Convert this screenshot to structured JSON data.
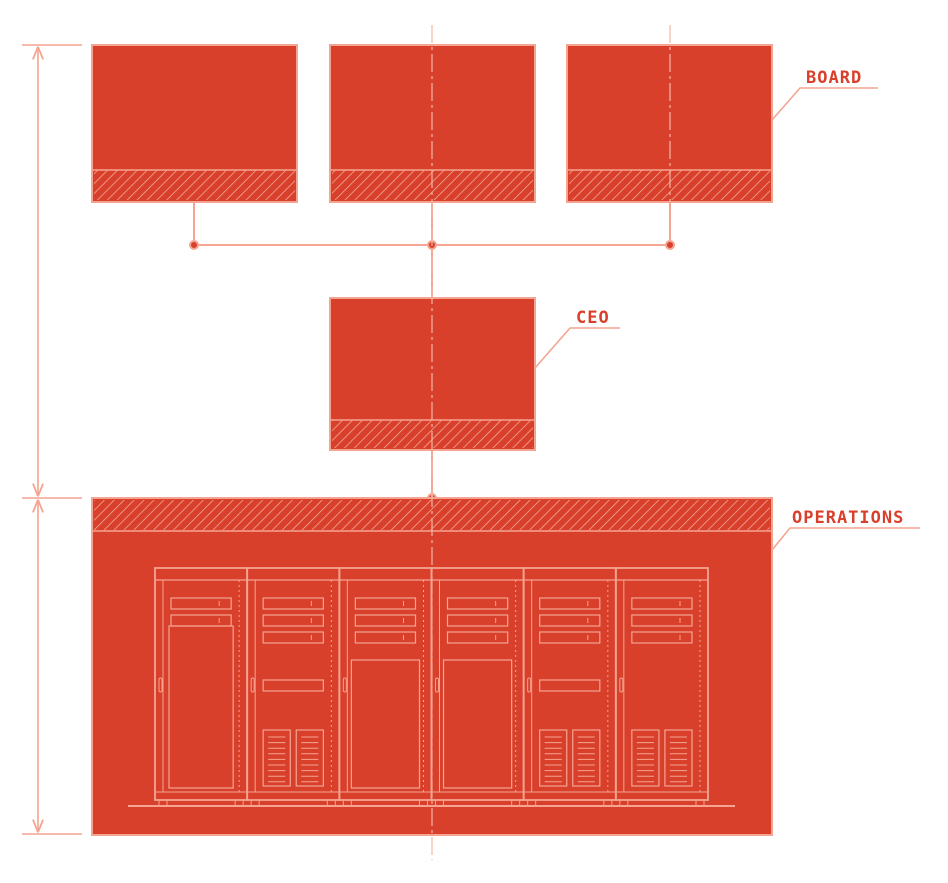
{
  "labels": {
    "board": "BOARD",
    "ceo": "CEO",
    "operations": "OPERATIONS"
  },
  "colors": {
    "fill": "#d8402c",
    "line": "#f4a490",
    "hatch": "#f6b4a4",
    "label": "#d8402c",
    "background": "#ffffff"
  },
  "diagram": {
    "board_member_count": 3,
    "server_cabinet_count": 6
  }
}
